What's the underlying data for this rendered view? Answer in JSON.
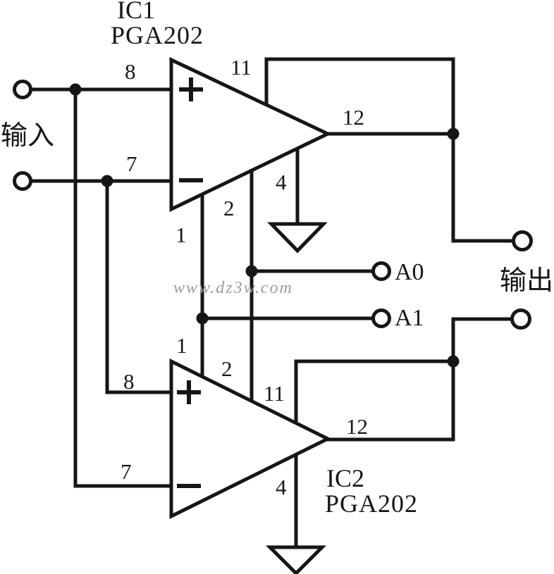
{
  "figure": {
    "type": "circuit-schematic",
    "watermark": "www.dz3w.com",
    "ink_color": "#161616",
    "watermark_color": "#9b9b9b",
    "background_color": "#ffffff"
  },
  "terminals": {
    "input_label": "输入",
    "output_label": "输出",
    "a0_label": "A0",
    "a1_label": "A1"
  },
  "ic1": {
    "ref": "IC1",
    "part": "PGA202",
    "polarity": {
      "plus": "+",
      "minus": "−"
    },
    "pins": {
      "in_plus": "8",
      "in_minus": "7",
      "feedback": "11",
      "output": "12",
      "ground": "4",
      "gain1": "1",
      "gain2": "2"
    }
  },
  "ic2": {
    "ref": "IC2",
    "part": "PGA202",
    "polarity": {
      "plus": "+",
      "minus": "−"
    },
    "pins": {
      "in_plus": "8",
      "in_minus": "7",
      "feedback": "11",
      "output": "12",
      "ground": "4",
      "gain1": "1",
      "gain2": "2"
    }
  }
}
